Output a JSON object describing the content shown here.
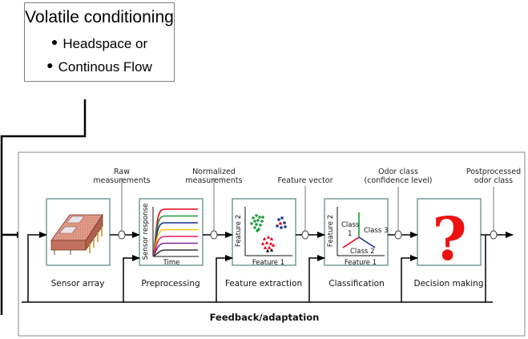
{
  "volatile_conditioning": {
    "title": "Volatile conditioning",
    "bullets": [
      "Headspace or",
      "Continous Flow"
    ]
  },
  "pipeline": {
    "signals": [
      {
        "label_line1": "Raw",
        "label_line2": "measurements"
      },
      {
        "label_line1": "Normalized",
        "label_line2": "measurements"
      },
      {
        "label_line1": "Feature vector",
        "label_line2": ""
      },
      {
        "label_line1": "Odor class",
        "label_line2": "(confidence level)"
      },
      {
        "label_line1": "Postprocessed",
        "label_line2": "odor class"
      }
    ],
    "stages": [
      {
        "name": "Sensor array"
      },
      {
        "name": "Preprocessing",
        "y_axis": "Sensor response",
        "x_axis": "Time",
        "curve_colors": [
          "#e8001c",
          "#1a9a3a",
          "#1a2f8f",
          "#f5c800",
          "#e8185a",
          "#7a2a9a",
          "#333333"
        ]
      },
      {
        "name": "Feature extraction",
        "y_axis": "Feature 2",
        "x_axis": "Feature 1"
      },
      {
        "name": "Classification",
        "y_axis": "Feature 2",
        "x_axis": "Feature 1",
        "classes": [
          "Class 1",
          "Class 2",
          "Class 3"
        ]
      },
      {
        "name": "Decision making",
        "symbol": "?"
      }
    ],
    "feedback_label": "Feedback/adaptation"
  },
  "colors": {
    "box_border": "#7a9a9a",
    "question_mark": "#ee1111",
    "chip_body": "#d98a78",
    "cluster_green": "#1a9a3a",
    "cluster_blue": "#1a2f8f",
    "cluster_red": "#e8001c"
  }
}
